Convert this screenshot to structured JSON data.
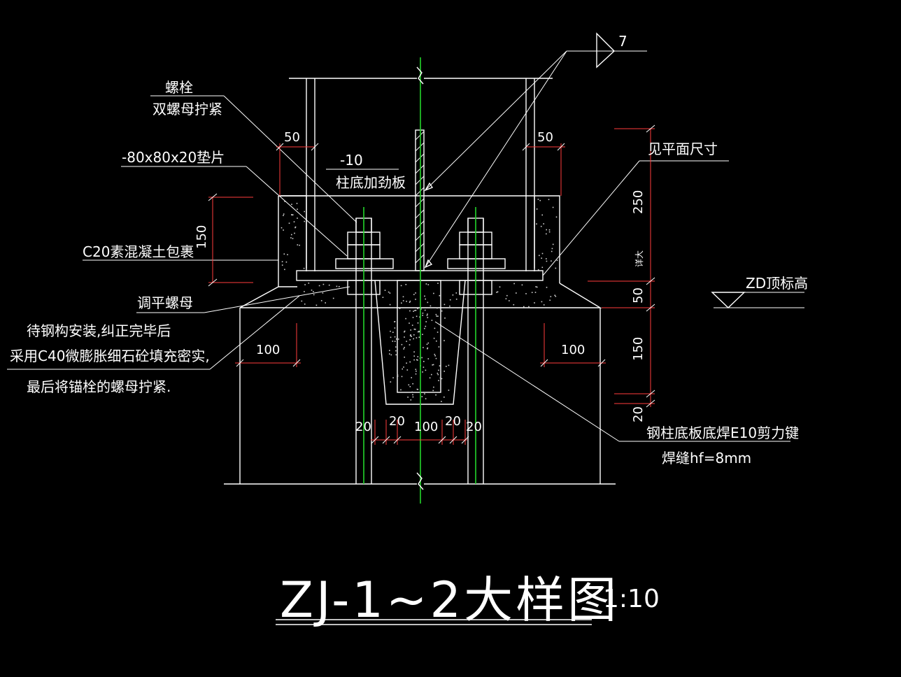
{
  "labels": {
    "bolt": "螺栓",
    "double_nut": "双螺母拧紧",
    "washer": "-80x80x20垫片",
    "stiffener_thk": "-10",
    "stiffener": "柱底加劲板",
    "see_plan": "见平面尺寸",
    "c20": "C20素混凝土包裹",
    "level_nut": "调平螺母",
    "note_line1": "待钢构安装,纠正完毕后",
    "note_line2": "采用C40微膨胀细石砼填充密实,",
    "note_line3": "最后将锚栓的螺母拧紧.",
    "zd_level": "ZD顶标高",
    "shear_key": "钢柱底板底焊E10剪力键",
    "weld": "焊缝hf=8mm",
    "weld_symbol_size": "7"
  },
  "dims": {
    "left_50": "50",
    "right_50": "50",
    "left_150": "150",
    "right_250": "250",
    "right_small": "详大",
    "right_50b": "50",
    "right_150": "150",
    "right_20": "20",
    "left_100": "100",
    "right_100": "100",
    "bot_20a": "20",
    "bot_20b": "20",
    "bot_100": "100",
    "bot_20c": "20",
    "bot_20d": "20"
  },
  "title": {
    "main": "ZJ-1~2大样图",
    "scale": "1:10"
  }
}
